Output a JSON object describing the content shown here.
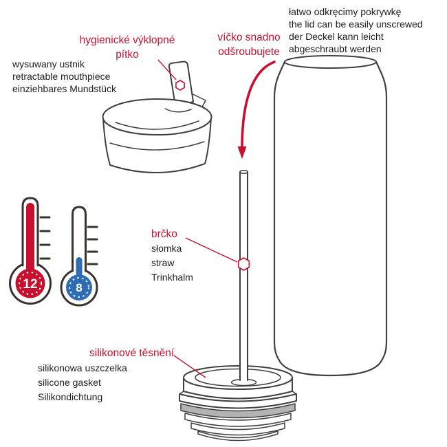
{
  "colors": {
    "accent_red": "#c8102e",
    "outline_dark": "#3f3f3f",
    "thermo_outline": "#3b312b",
    "cold_blue": "#2e6db4",
    "gasket_gray": "#b3b3b3",
    "text_black": "#1d1d1d"
  },
  "annotations": {
    "mouthpiece": {
      "title": "hygienické výklopné\npítko",
      "translations": [
        "wysuwany ustnik",
        "retractable mouthpiece",
        "einziehbares Mundstück"
      ]
    },
    "lid": {
      "title": "víčko snadno\nodšroubujete",
      "translations": [
        "łatwo odkręcimy pokrywkę",
        "the lid can be easily unscrewed",
        "der Deckel kann leicht abgeschraubt werden"
      ]
    },
    "straw": {
      "title": "brčko",
      "translations": [
        "słomka",
        "straw",
        "Trinkhalm"
      ]
    },
    "gasket": {
      "title": "silikonové těsnění",
      "translations": [
        "silikonowa uszczelka",
        "silicone gasket",
        "Silikondichtung"
      ]
    }
  },
  "thermometers": {
    "hot_hours": "12",
    "cold_hours": "8"
  }
}
